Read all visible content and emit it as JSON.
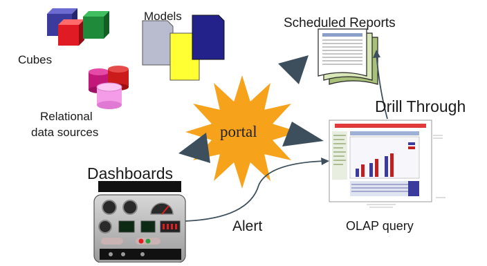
{
  "labels": {
    "cubes": "Cubes",
    "models": "Models",
    "scheduled_reports": "Scheduled Reports",
    "relational_line1": "Relational",
    "relational_line2": "data sources",
    "drill_through": "Drill Through",
    "dashboards": "Dashboards",
    "alert": "Alert",
    "olap_query": "OLAP query",
    "portal": "portal"
  },
  "colors": {
    "sun": "#f7a21b",
    "arrow": "#3d4f5c",
    "cube_blue": "#3b3b9e",
    "cube_red": "#e01b24",
    "cube_green": "#1f8a3a",
    "cylinder_magenta": "#c2187a",
    "cylinder_red": "#cc1b1b",
    "cylinder_pink": "#f59ce8",
    "model_gray": "#b9bccf",
    "model_yellow": "#ffff33",
    "model_navy": "#22228a",
    "report_green": "#d9e6b8"
  },
  "icons": {
    "cubes": "cubes-icon",
    "models": "documents-icon",
    "relational": "database-cylinders-icon",
    "portal": "sun-icon",
    "reports": "report-stack-icon",
    "olap": "olap-screenshot-icon",
    "dashboard": "dashboard-panel-icon"
  }
}
